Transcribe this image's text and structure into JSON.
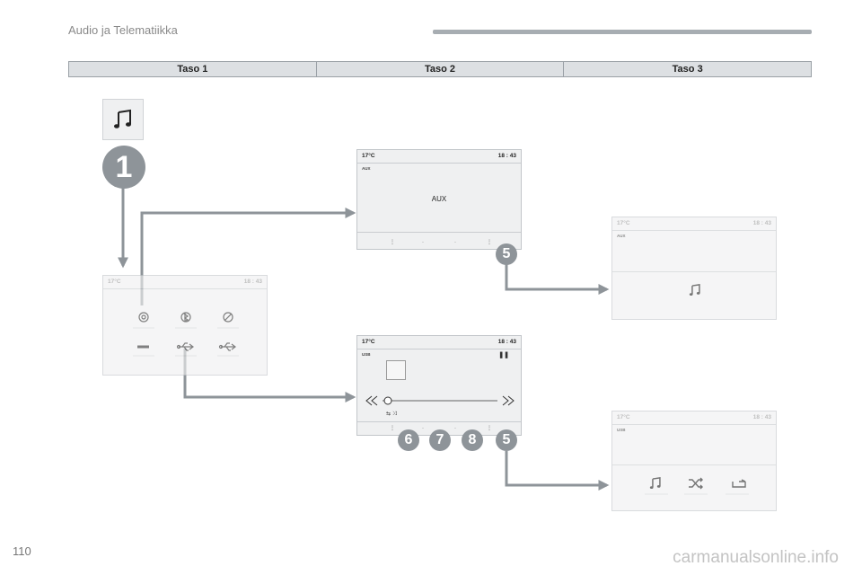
{
  "header": {
    "title": "Audio ja Telematiikka"
  },
  "levels": [
    "Taso 1",
    "Taso 2",
    "Taso 3"
  ],
  "status": {
    "temp": "17°C",
    "time": "18 : 43"
  },
  "screens": {
    "aux_center_label": "AUX",
    "aux_source": "AUX",
    "usb_source": "USB"
  },
  "callouts": {
    "one": "1",
    "five_top": "5",
    "six": "6",
    "seven": "7",
    "eight": "8",
    "five_bottom": "5"
  },
  "footer": {
    "page_number": "110",
    "watermark": "carmanualsonline.info"
  },
  "colors": {
    "arrow": "#8e9499",
    "screen_bg": "#eff0f1",
    "badge": "#8e9499"
  },
  "icons": [
    "music-note-icon",
    "radio-icon",
    "bluetooth-icon",
    "disc-icon",
    "aux-jack-icon",
    "usb-icon",
    "shuffle-icon",
    "repeat-icon",
    "pause-icon"
  ]
}
